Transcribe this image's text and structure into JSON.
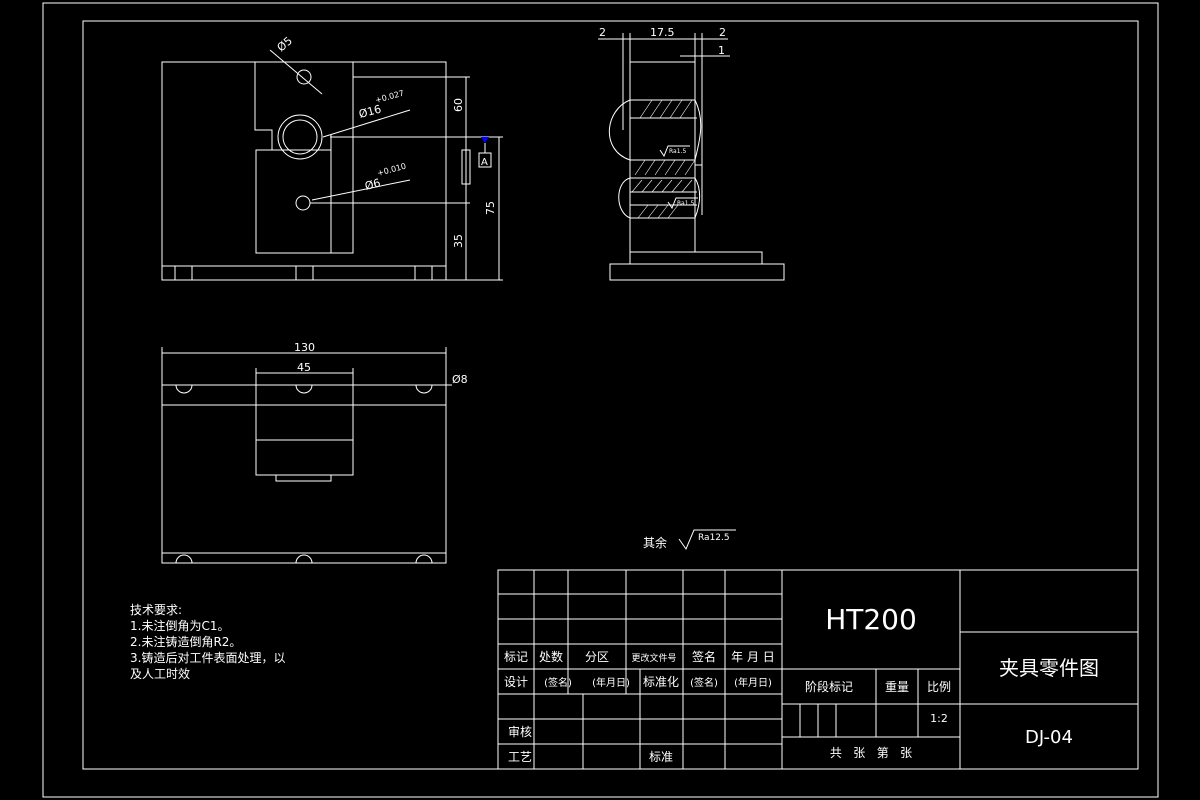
{
  "drawing": {
    "front_view": {
      "dims": [
        "Ø5",
        "Ø16",
        "+0.027",
        "Ø6",
        "+0.010",
        "60",
        "75",
        "35",
        "A"
      ]
    },
    "side_view": {
      "dims": [
        "2",
        "17.5",
        "2",
        "1"
      ],
      "roughness_labels": [
        "Ra1.5",
        "Ra1.5"
      ]
    },
    "top_view": {
      "dims": [
        "130",
        "45",
        "Ø8"
      ]
    },
    "surface_finish": {
      "label": "其余",
      "value": "Ra12.5"
    },
    "tech_requirements": {
      "title": "技术要求:",
      "items": [
        "1.未注倒角为C1。",
        "2.未注铸造倒角R2。",
        "3.铸造后对工件表面处理，以",
        "及人工时效"
      ]
    }
  },
  "title_block": {
    "material": "HT200",
    "drawing_name": "夹具零件图",
    "drawing_no": "DJ-04",
    "row_mark": [
      "标记",
      "处数",
      "分区",
      "更改文件号",
      "签名",
      "年 月 日"
    ],
    "row_design": [
      "设计",
      "(签名)",
      "(年月日)",
      "标准化",
      "(签名)",
      "(年月日)"
    ],
    "stage_labels": [
      "阶段标记",
      "重量",
      "比例"
    ],
    "scale": "1:2",
    "review": "审核",
    "process": "工艺",
    "standard": "标准",
    "sheets": "共   张   第   张"
  }
}
